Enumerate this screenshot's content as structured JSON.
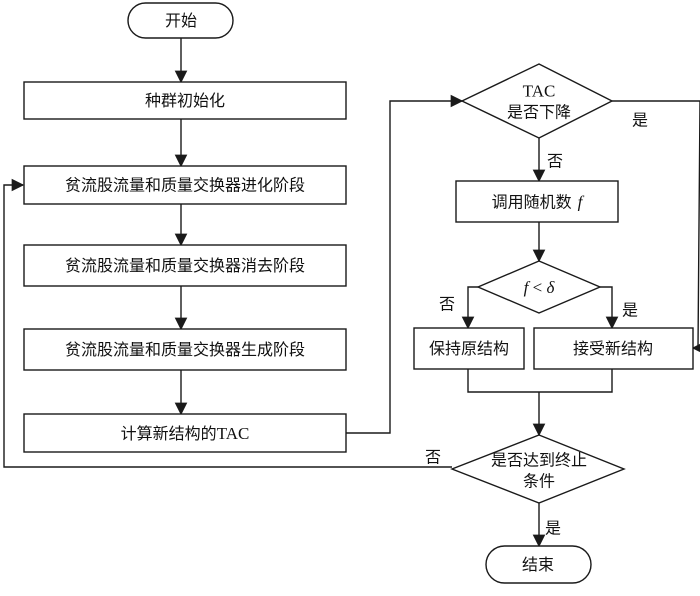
{
  "nodes": {
    "start": "开始",
    "init": "种群初始化",
    "evolve": "贫流股流量和质量交换器进化阶段",
    "eliminate": "贫流股流量和质量交换器消去阶段",
    "generate": "贫流股流量和质量交换器生成阶段",
    "calc_tac_prefix": "计算新结构的",
    "calc_tac_suffix": "TAC",
    "tac_q_line1": "TAC",
    "tac_q_line2": "是否下降",
    "rand_prefix": "调用随机数",
    "rand_var": "f",
    "cmp_left": "f",
    "cmp_op": " < ",
    "cmp_right": "δ",
    "keep": "保持原结构",
    "accept": "接受新结构",
    "term_line1": "是否达到终止",
    "term_line2": "条件",
    "end": "结束"
  },
  "edge_labels": {
    "tac_yes": "是",
    "tac_no": "否",
    "cmp_no": "否",
    "cmp_yes": "是",
    "term_no": "否",
    "term_yes": "是"
  },
  "colors": {
    "stroke": "#1a1a1a",
    "fill": "#ffffff",
    "text": "#111111"
  }
}
